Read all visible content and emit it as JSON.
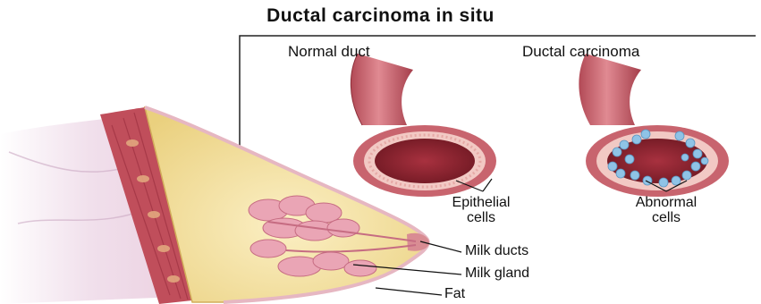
{
  "title": "Ductal carcinoma in situ",
  "panel": {
    "normal_label": "Normal duct",
    "carcinoma_label": "Ductal carcinoma",
    "epithelial_label_line1": "Epithelial",
    "epithelial_label_line2": "cells",
    "abnormal_label_line1": "Abnormal",
    "abnormal_label_line2": "cells"
  },
  "anatomy": {
    "milk_ducts_label": "Milk ducts",
    "milk_gland_label": "Milk gland",
    "fat_label": "Fat"
  },
  "colors": {
    "duct_wall": "#c8646e",
    "duct_lumen": "#8a1f2c",
    "epithelium": "#f2c9c4",
    "abnormal_cells": "#8fc3e6",
    "fat": "#f4e2a6",
    "gland": "#e9a0b0",
    "muscle": "#c0505c",
    "skin": "#f6dde2"
  }
}
